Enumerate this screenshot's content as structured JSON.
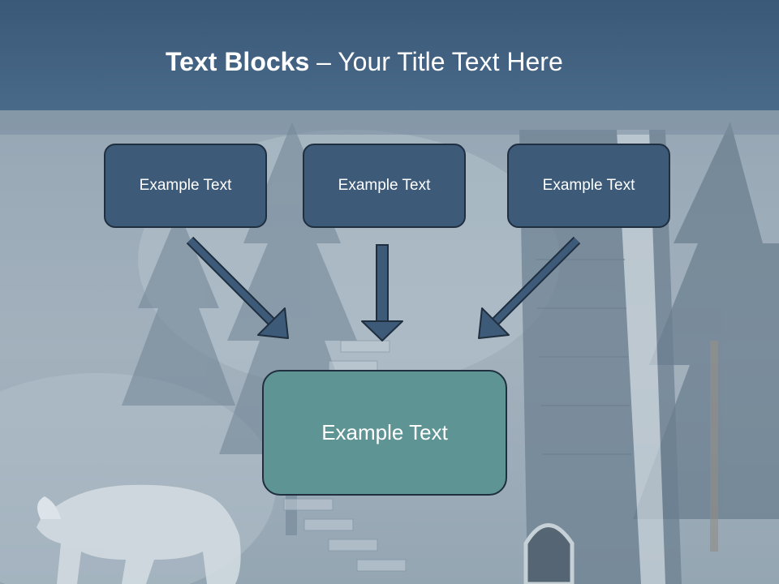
{
  "slide": {
    "title_bold": "Text Blocks",
    "title_rest": " – Your Title Text Here",
    "box_top_left": "Example Text",
    "box_top_center": "Example Text",
    "box_top_right": "Example Text",
    "box_main": "Example Text"
  },
  "colors": {
    "header": "#4a6a8a",
    "box_fill": "#3d5a78",
    "main_box_fill": "#5f9494",
    "arrow": "#3d5a78"
  }
}
